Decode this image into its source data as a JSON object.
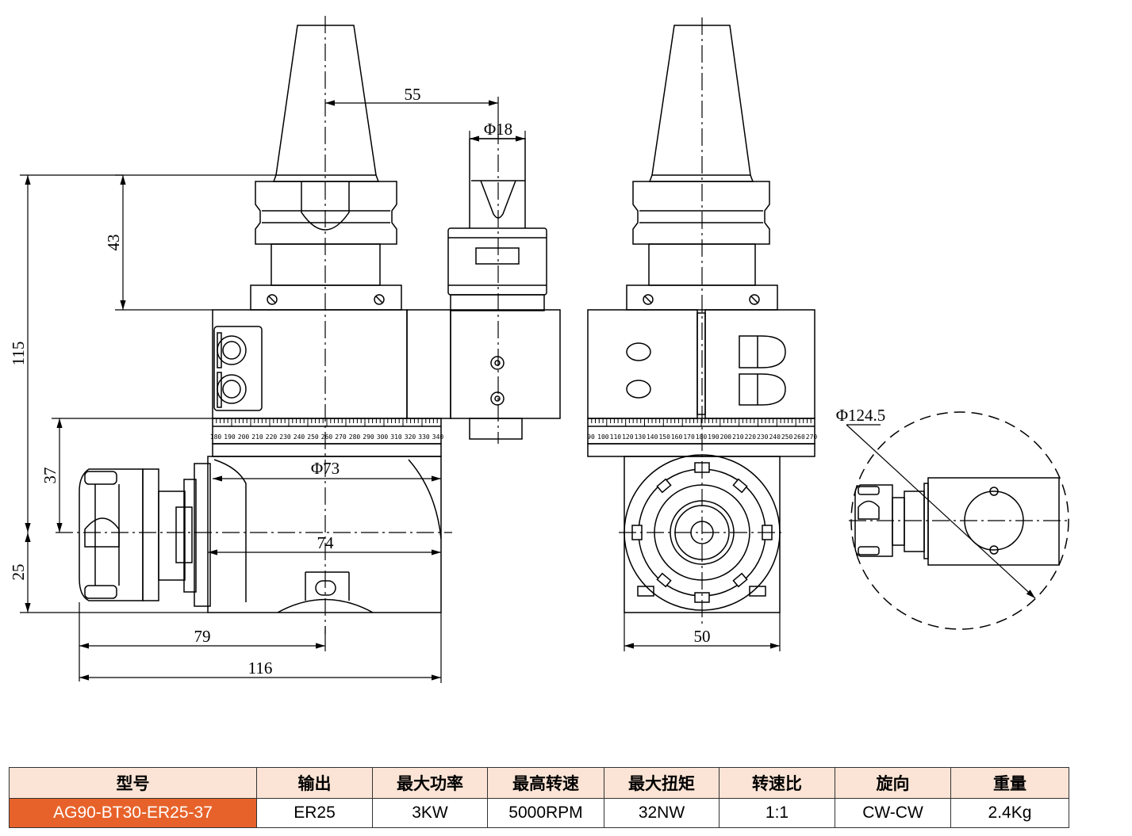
{
  "dimensions": {
    "d55": "55",
    "phi18": "Φ18",
    "d43": "43",
    "d115": "115",
    "d37": "37",
    "d25": "25",
    "phi73": "Φ73",
    "d74": "74",
    "d79": "79",
    "d116": "116",
    "d50": "50",
    "phi124_5": "Φ124.5"
  },
  "scale_left": [
    "180",
    "190",
    "200",
    "210",
    "220",
    "230",
    "240",
    "250",
    "260",
    "270",
    "280",
    "290",
    "300",
    "310",
    "320",
    "330",
    "340"
  ],
  "scale_mid": [
    "90",
    "100",
    "110",
    "120",
    "130",
    "140",
    "150",
    "160",
    "170",
    "180",
    "190",
    "200",
    "210",
    "220",
    "230",
    "240",
    "250",
    "260",
    "270"
  ],
  "table": {
    "headers": [
      "型号",
      "输出",
      "最大功率",
      "最高转速",
      "最大扭矩",
      "转速比",
      "旋向",
      "重量"
    ],
    "row": [
      "AG90-BT30-ER25-37",
      "ER25",
      "3KW",
      "5000RPM",
      "32NW",
      "1:1",
      "CW-CW",
      "2.4Kg"
    ]
  },
  "colors": {
    "header_bg": "#fbe4d5",
    "model_bg": "#e7622a",
    "line": "#000000"
  }
}
